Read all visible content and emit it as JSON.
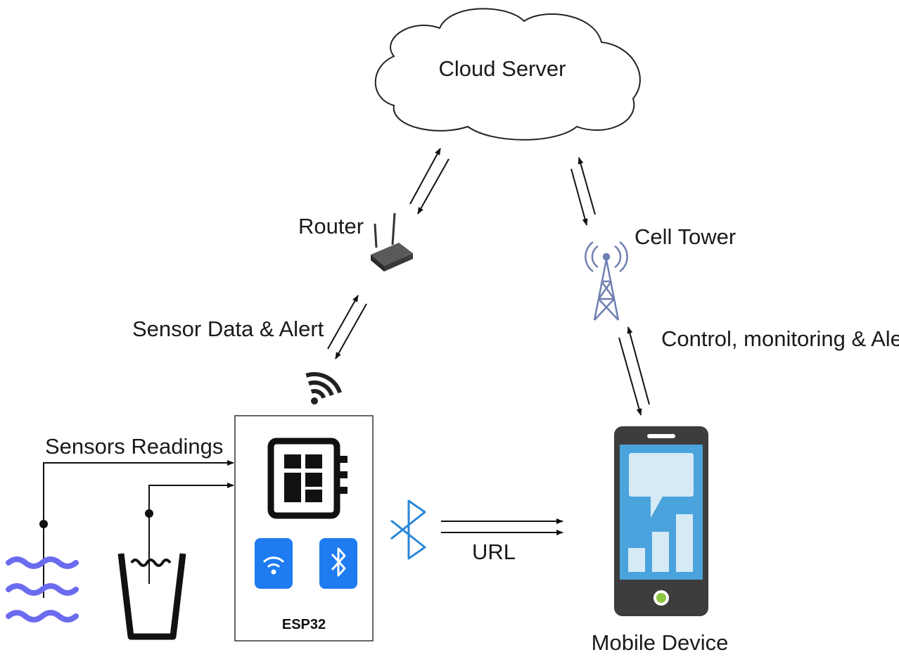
{
  "labels": {
    "cloud_server": "Cloud Server",
    "router": "Router",
    "cell_tower": "Cell Tower",
    "sensor_data_alert": "Sensor Data & Alert",
    "control_monitoring_alert": "Control, monitoring & Alert",
    "sensors_readings": "Sensors Readings",
    "esp32": "ESP32",
    "url": "URL",
    "mobile_device": "Mobile Device"
  },
  "icons": {
    "cloud": "cloud-icon",
    "router": "router-icon",
    "cell_tower": "cell-tower-icon",
    "wifi_signal": "wifi-signal-icon",
    "chip": "chip-icon",
    "esp_wifi": "wifi-icon",
    "esp_bluetooth": "bluetooth-icon",
    "bluetooth": "bluetooth-icon",
    "mobile": "mobile-phone-icon",
    "water_waves": "water-waves-icon",
    "water_glass": "water-glass-icon"
  },
  "colors": {
    "esp_icon_blue": "#1e7bf0",
    "bluetooth_blue": "#2b87d8",
    "phone_body": "#3d3d3d",
    "phone_screen": "#4aa3dc",
    "phone_button": "#8dc63f",
    "waves": "#6b6bf0",
    "tower": "#6f7fb0"
  }
}
